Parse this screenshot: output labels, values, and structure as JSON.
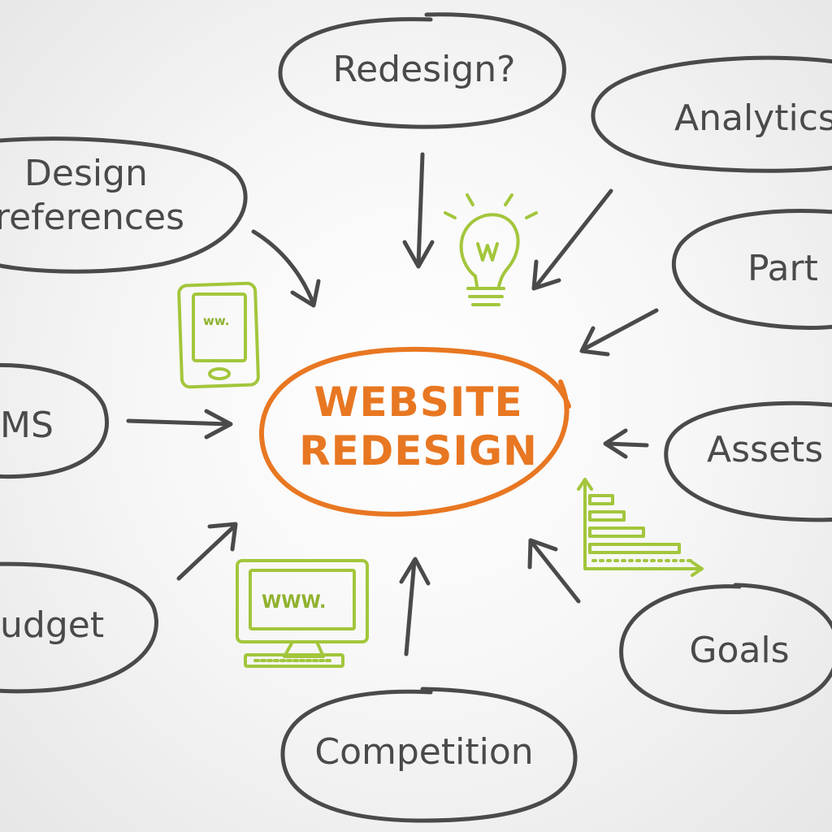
{
  "center": {
    "line1": "WEBSITE",
    "line2": "REDESIGN"
  },
  "nodes": {
    "redesign": "Redesign?",
    "analytics": "Analytics",
    "design_line1": "Design",
    "design_line2": "references",
    "part": "Part",
    "cms": "MS",
    "assets": "Assets",
    "budget": "udget",
    "goals": "Goals",
    "competition": "Competition"
  },
  "doodles": {
    "tablet_text": "ww.",
    "monitor_text": "WWW."
  },
  "colors": {
    "ink": "#4a4a4a",
    "accent_orange": "#e87722",
    "accent_green": "#a3c63c"
  }
}
